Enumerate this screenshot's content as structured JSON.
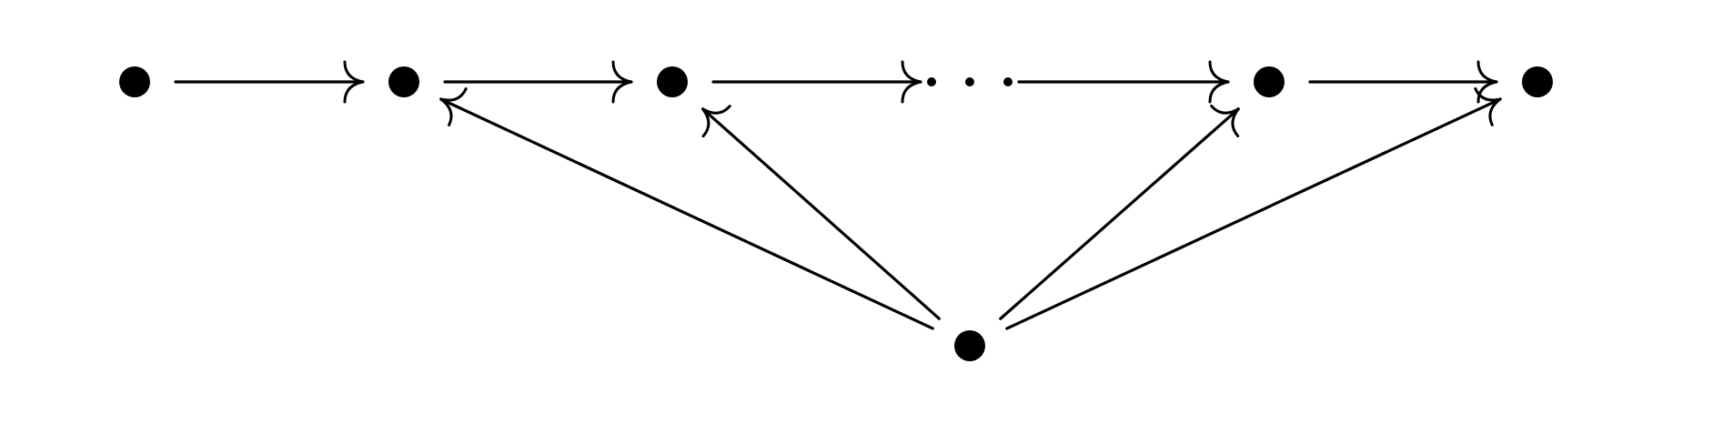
{
  "diagram": {
    "type": "directed-graph",
    "colors": {
      "background": "#ffffff",
      "ink": "#000000"
    },
    "nodes": [
      {
        "id": "n1",
        "glyph": "dot"
      },
      {
        "id": "n2",
        "glyph": "dot"
      },
      {
        "id": "n3",
        "glyph": "dot"
      },
      {
        "id": "ellipsis",
        "glyph": "ellipsis"
      },
      {
        "id": "n4",
        "glyph": "dot"
      },
      {
        "id": "n5",
        "glyph": "dot"
      },
      {
        "id": "bottom",
        "glyph": "dot"
      }
    ],
    "edges": [
      {
        "from": "n1",
        "to": "n2",
        "style": "mono-arrow"
      },
      {
        "from": "n2",
        "to": "n3",
        "style": "mono-arrow"
      },
      {
        "from": "n3",
        "to": "ellipsis",
        "style": "mono-arrow"
      },
      {
        "from": "ellipsis",
        "to": "n4",
        "style": "mono-arrow"
      },
      {
        "from": "n4",
        "to": "n5",
        "style": "mono-arrow"
      },
      {
        "from": "bottom",
        "to": "n2",
        "style": "mono-arrow"
      },
      {
        "from": "bottom",
        "to": "n3",
        "style": "mono-arrow"
      },
      {
        "from": "bottom",
        "to": "n4",
        "style": "mono-arrow"
      },
      {
        "from": "bottom",
        "to": "n5",
        "style": "mono-arrow"
      }
    ]
  }
}
